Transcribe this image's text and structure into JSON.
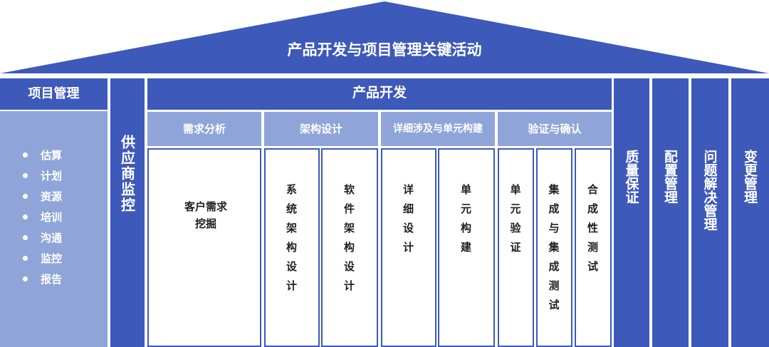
{
  "roof": {
    "title": "产品开发与项目管理关键活动"
  },
  "project_mgmt": {
    "title": "项目管理",
    "items": [
      "估算",
      "计划",
      "资源",
      "培训",
      "沟通",
      "监控",
      "报告"
    ]
  },
  "supplier": {
    "label": "供应商监控"
  },
  "product_dev": {
    "title": "产品开发",
    "phases": [
      {
        "title": "需求分析",
        "boxes": [
          "客户需求挖掘"
        ]
      },
      {
        "title": "架构设计",
        "boxes": [
          "系统架构设计",
          "软件架构设计"
        ]
      },
      {
        "title": "详细涉及与单元构建",
        "boxes": [
          "详细设计",
          "单元构建"
        ]
      },
      {
        "title": "验证与确认",
        "boxes": [
          "单元验证",
          "集成与集成测试",
          "合成性测试"
        ]
      }
    ]
  },
  "right_columns": [
    "质量保证",
    "配置管理",
    "问题解决管理",
    "变更管理"
  ],
  "colors": {
    "dark": "#3d59b9",
    "light": "#8fa5da",
    "background": "#ffffff"
  }
}
